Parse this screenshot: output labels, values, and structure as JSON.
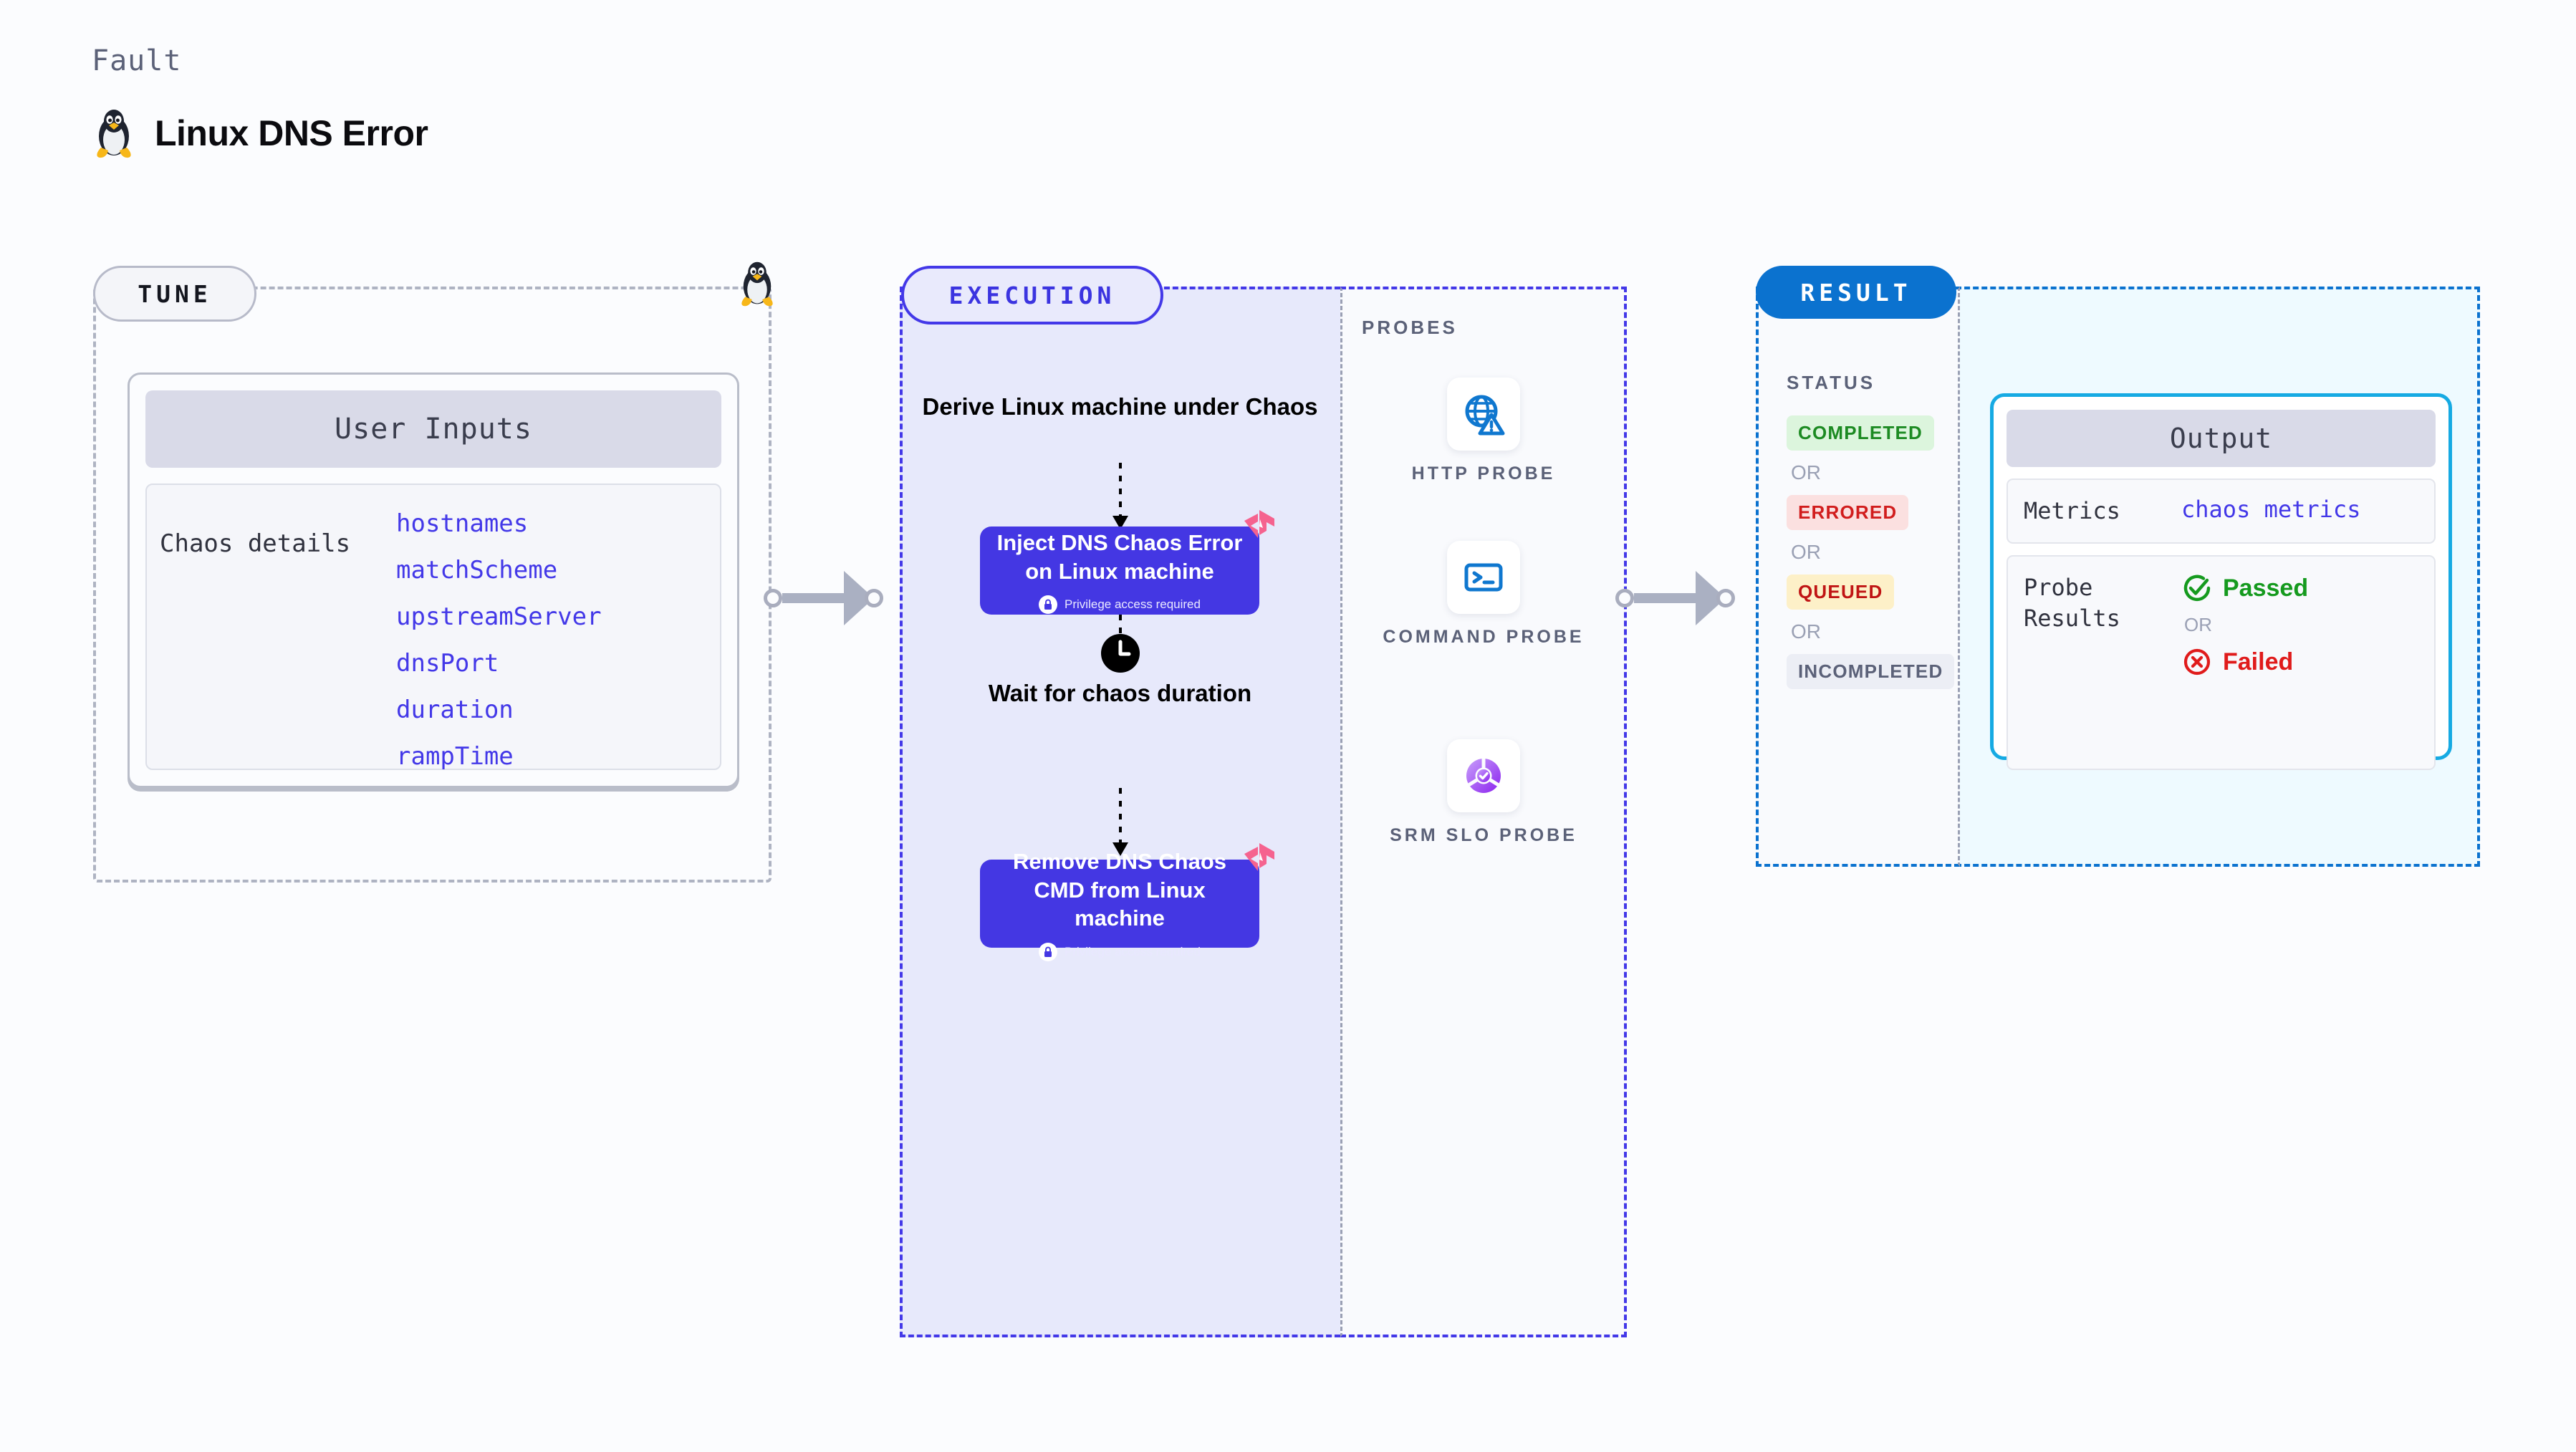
{
  "header": {
    "eyebrow": "Fault",
    "title": "Linux DNS Error",
    "icon": "linux-penguin-icon"
  },
  "tune": {
    "pill_label": "TUNE",
    "card": {
      "header": "User Inputs",
      "row_label": "Chaos details",
      "values": [
        "hostnames",
        "matchScheme",
        "upstreamServer",
        "dnsPort",
        "duration",
        "rampTime"
      ]
    },
    "border_icon": "linux-penguin-icon"
  },
  "execution": {
    "pill_label": "EXECUTION",
    "derive_text": "Derive Linux machine under Chaos",
    "step_1": {
      "title": "Inject DNS Chaos Error on Linux machine",
      "privilege_note": "Privilege access required",
      "badge_icon": "litmus-chaos-icon",
      "lock_icon": "lock-icon"
    },
    "wait": {
      "icon": "clock-icon",
      "text": "Wait for chaos duration"
    },
    "step_2": {
      "title": "Remove DNS Chaos CMD from Linux machine",
      "privilege_note": "Privilege access required",
      "badge_icon": "litmus-chaos-icon",
      "lock_icon": "lock-icon"
    }
  },
  "probes": {
    "title": "PROBES",
    "items": [
      {
        "label": "HTTP PROBE",
        "icon": "globe-warning-icon"
      },
      {
        "label": "COMMAND PROBE",
        "icon": "terminal-icon"
      },
      {
        "label": "SRM SLO PROBE",
        "icon": "srm-slo-donut-check-icon"
      }
    ]
  },
  "result": {
    "pill_label": "RESULT",
    "status_title": "STATUS",
    "or_label": "OR",
    "statuses": [
      {
        "label": "COMPLETED",
        "style": "b-completed"
      },
      {
        "label": "ERRORED",
        "style": "b-errored"
      },
      {
        "label": "QUEUED",
        "style": "b-queued"
      },
      {
        "label": "INCOMPLETED",
        "style": "b-incompleted"
      }
    ],
    "output": {
      "header": "Output",
      "metrics_key": "Metrics",
      "metrics_value": "chaos metrics",
      "probe_results_key": "Probe Results",
      "passed_label": "Passed",
      "failed_label": "Failed",
      "or_label": "OR",
      "passed_icon": "check-circle-icon",
      "failed_icon": "x-circle-icon"
    }
  },
  "colors": {
    "background": "#fbfcfe",
    "tune_border": "#aeb3c2",
    "execution_accent": "#4338e8",
    "execution_fill": "#e7e9fb",
    "result_accent": "#0b72cf",
    "result_fill": "#eefaff",
    "output_border": "#16aae3",
    "litmus_pink": "#f5638f",
    "probe_blue": "#0f77cf",
    "probe_purple": "#9b4df0",
    "passed_green": "#159a1e",
    "failed_red": "#e01b1b",
    "connector_grey": "#aab0c2"
  }
}
